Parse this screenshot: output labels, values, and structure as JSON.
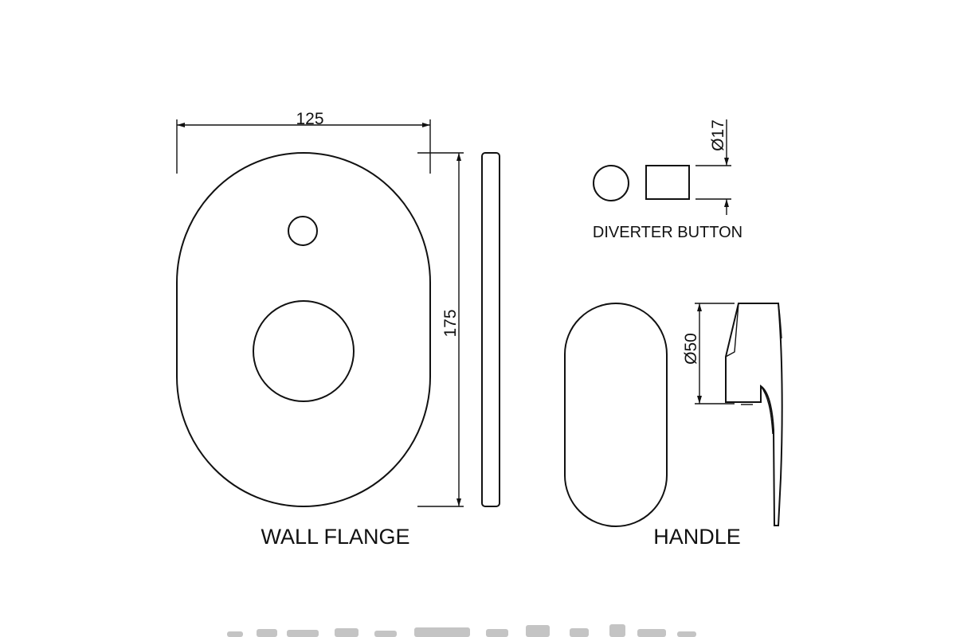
{
  "wall_flange": {
    "label": "WALL FLANGE",
    "width_dim": "125",
    "height_dim": "175"
  },
  "diverter_button": {
    "label": "DIVERTER BUTTON",
    "diameter_dim": "Ø17"
  },
  "handle": {
    "label": "HANDLE",
    "diameter_dim": "Ø50"
  },
  "colors": {
    "line": "#111111",
    "background": "#ffffff",
    "watermark": "#c4c4c4"
  }
}
